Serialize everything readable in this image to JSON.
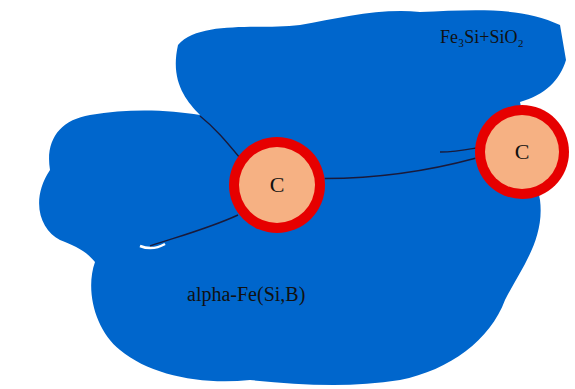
{
  "diagram": {
    "nodes": [
      {
        "text": [
          "alpha-Fe(Si,B)"
        ]
      },
      {
        "text": [
          "C"
        ],
        "in": 0
      },
      {
        "text": [
          "C"
        ],
        "in": 0
      }
    ],
    "edges": [
      {
        "from": 1,
        "to": 2,
        "arrow": "none"
      }
    ],
    "labels": [
      "Fe₃Si+SiO₂"
    ]
  }
}
